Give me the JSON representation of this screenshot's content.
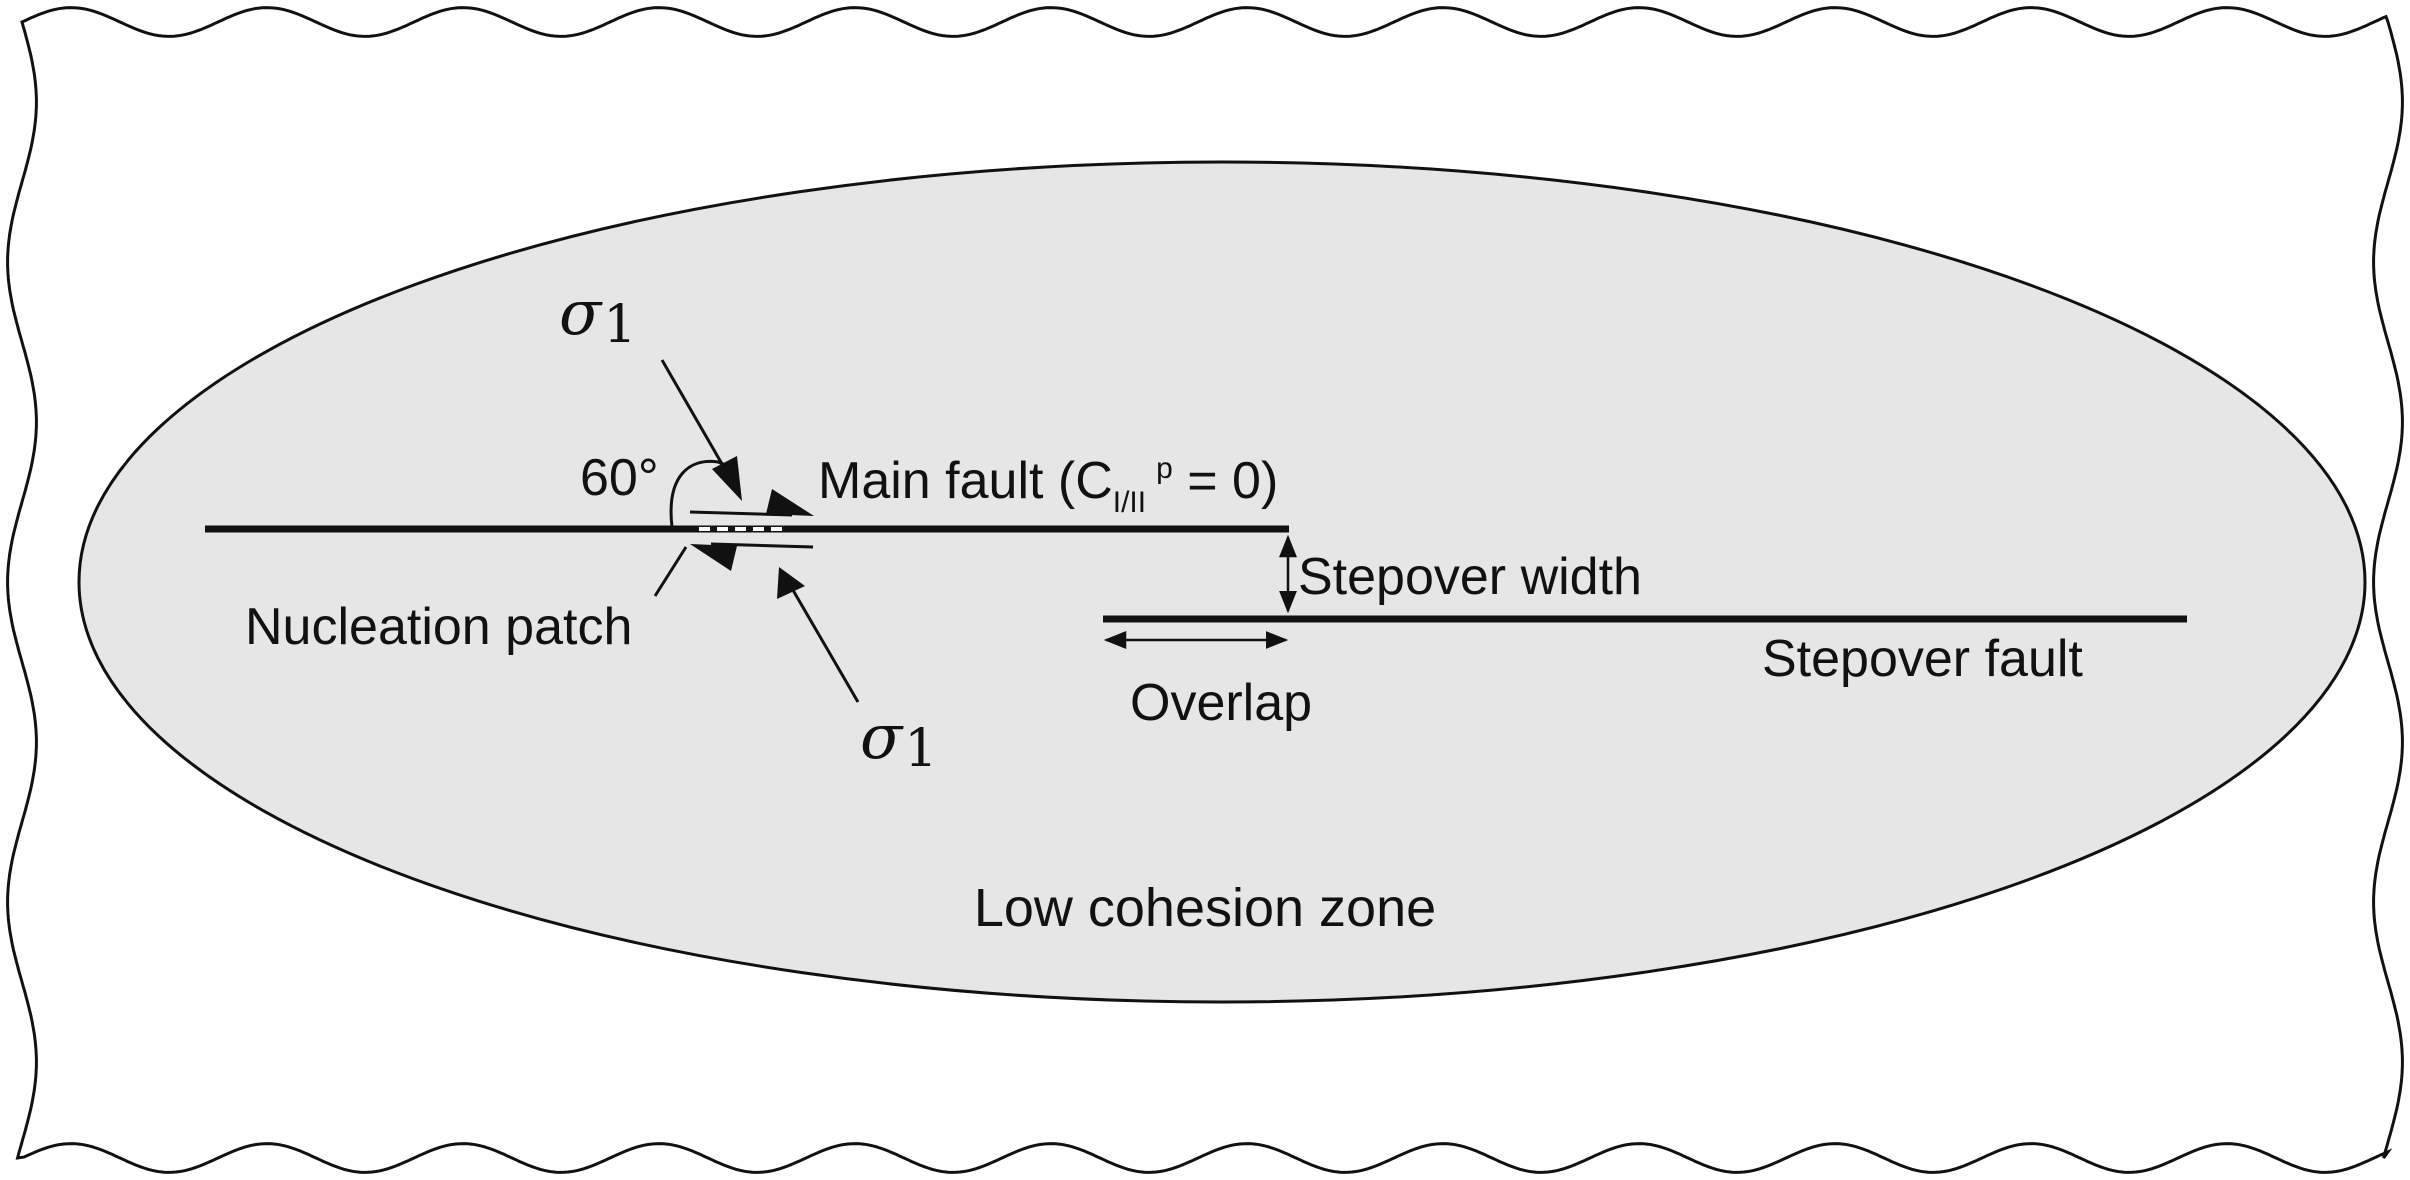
{
  "labels": {
    "angle": "60°",
    "main_fault_prefix": "Main fault (C",
    "main_fault_sub": "I/II",
    "main_fault_sup": "p",
    "main_fault_suffix": " = 0)",
    "stepover_width": "Stepover width",
    "stepover_fault": "Stepover fault",
    "nucleation_patch": "Nucleation patch",
    "overlap": "Overlap",
    "low_cohesion_zone": "Low cohesion zone",
    "sigma_symbol": "σ",
    "sigma_subscript": "1"
  },
  "colors": {
    "zone_fill": "#e6e6e6",
    "ink": "#111111",
    "background": "#ffffff"
  }
}
